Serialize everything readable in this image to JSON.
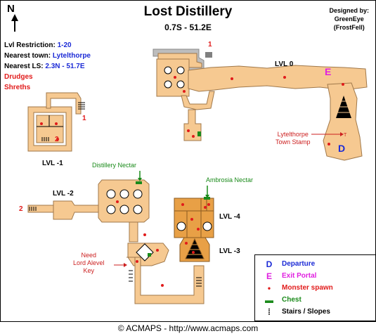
{
  "header": {
    "title": "Lost Distillery",
    "coordinates": "0.7S - 51.2E",
    "credit": [
      "Designed by:",
      "GreenEye",
      "(FrostFell)"
    ],
    "compass": "N"
  },
  "info": {
    "level_label": "Lvl Restriction:",
    "level_value": "1-20",
    "town_label": "Nearest town:",
    "town_value": "Lytelthorpe",
    "ls_label": "Nearest LS:",
    "ls_value": "2.3N - 51.7E",
    "monsters": [
      "Drudges",
      "Shreths"
    ]
  },
  "levels": {
    "lvl0": "LVL 0",
    "lvl_1": "LVL -1",
    "lvl_2": "LVL -2",
    "lvl_3": "LVL -3",
    "lvl_4": "LVL -4"
  },
  "markers": {
    "one_a": "1",
    "one_b": "1",
    "two_a": "2",
    "two_b": "2",
    "departure": "D",
    "exit": "E"
  },
  "annotations": {
    "distillery_nectar": "Distillery Nectar",
    "ambrosia_nectar": "Ambrosia Nectar",
    "lord_alevel": [
      "Need",
      "Lord Alevel",
      "Key"
    ],
    "town_stamp": [
      "Lytelthorpe",
      "Town Stamp"
    ]
  },
  "legend": [
    {
      "symbol": "D",
      "label": "Departure",
      "symbol_color": "#1b2ad6",
      "label_color": "#1b2ad6",
      "icon": "departure-icon"
    },
    {
      "symbol": "E",
      "label": "Exit Portal",
      "symbol_color": "#e020e0",
      "label_color": "#e020e0",
      "icon": "exit-portal-icon"
    },
    {
      "symbol": "•",
      "label": "Monster spawn",
      "symbol_color": "#e11b1b",
      "label_color": "#e11b1b",
      "icon": "monster-spawn-icon"
    },
    {
      "symbol": "▬",
      "label": "Chest",
      "symbol_color": "#1a8a1a",
      "label_color": "#1a8a1a",
      "icon": "chest-icon"
    },
    {
      "symbol": "⦙",
      "label": "Stairs / Slopes",
      "symbol_color": "#000000",
      "label_color": "#000000",
      "icon": "stairs-icon"
    }
  ],
  "footer": "© ACMAPS - http://www.acmaps.com",
  "colors": {
    "floor": "#f6c991",
    "floor_stroke": "#a0784a",
    "wall": "#bdbdbd",
    "deep_floor": "#e8a046",
    "monster": "#e11b1b",
    "chest": "#1a8a1a"
  }
}
